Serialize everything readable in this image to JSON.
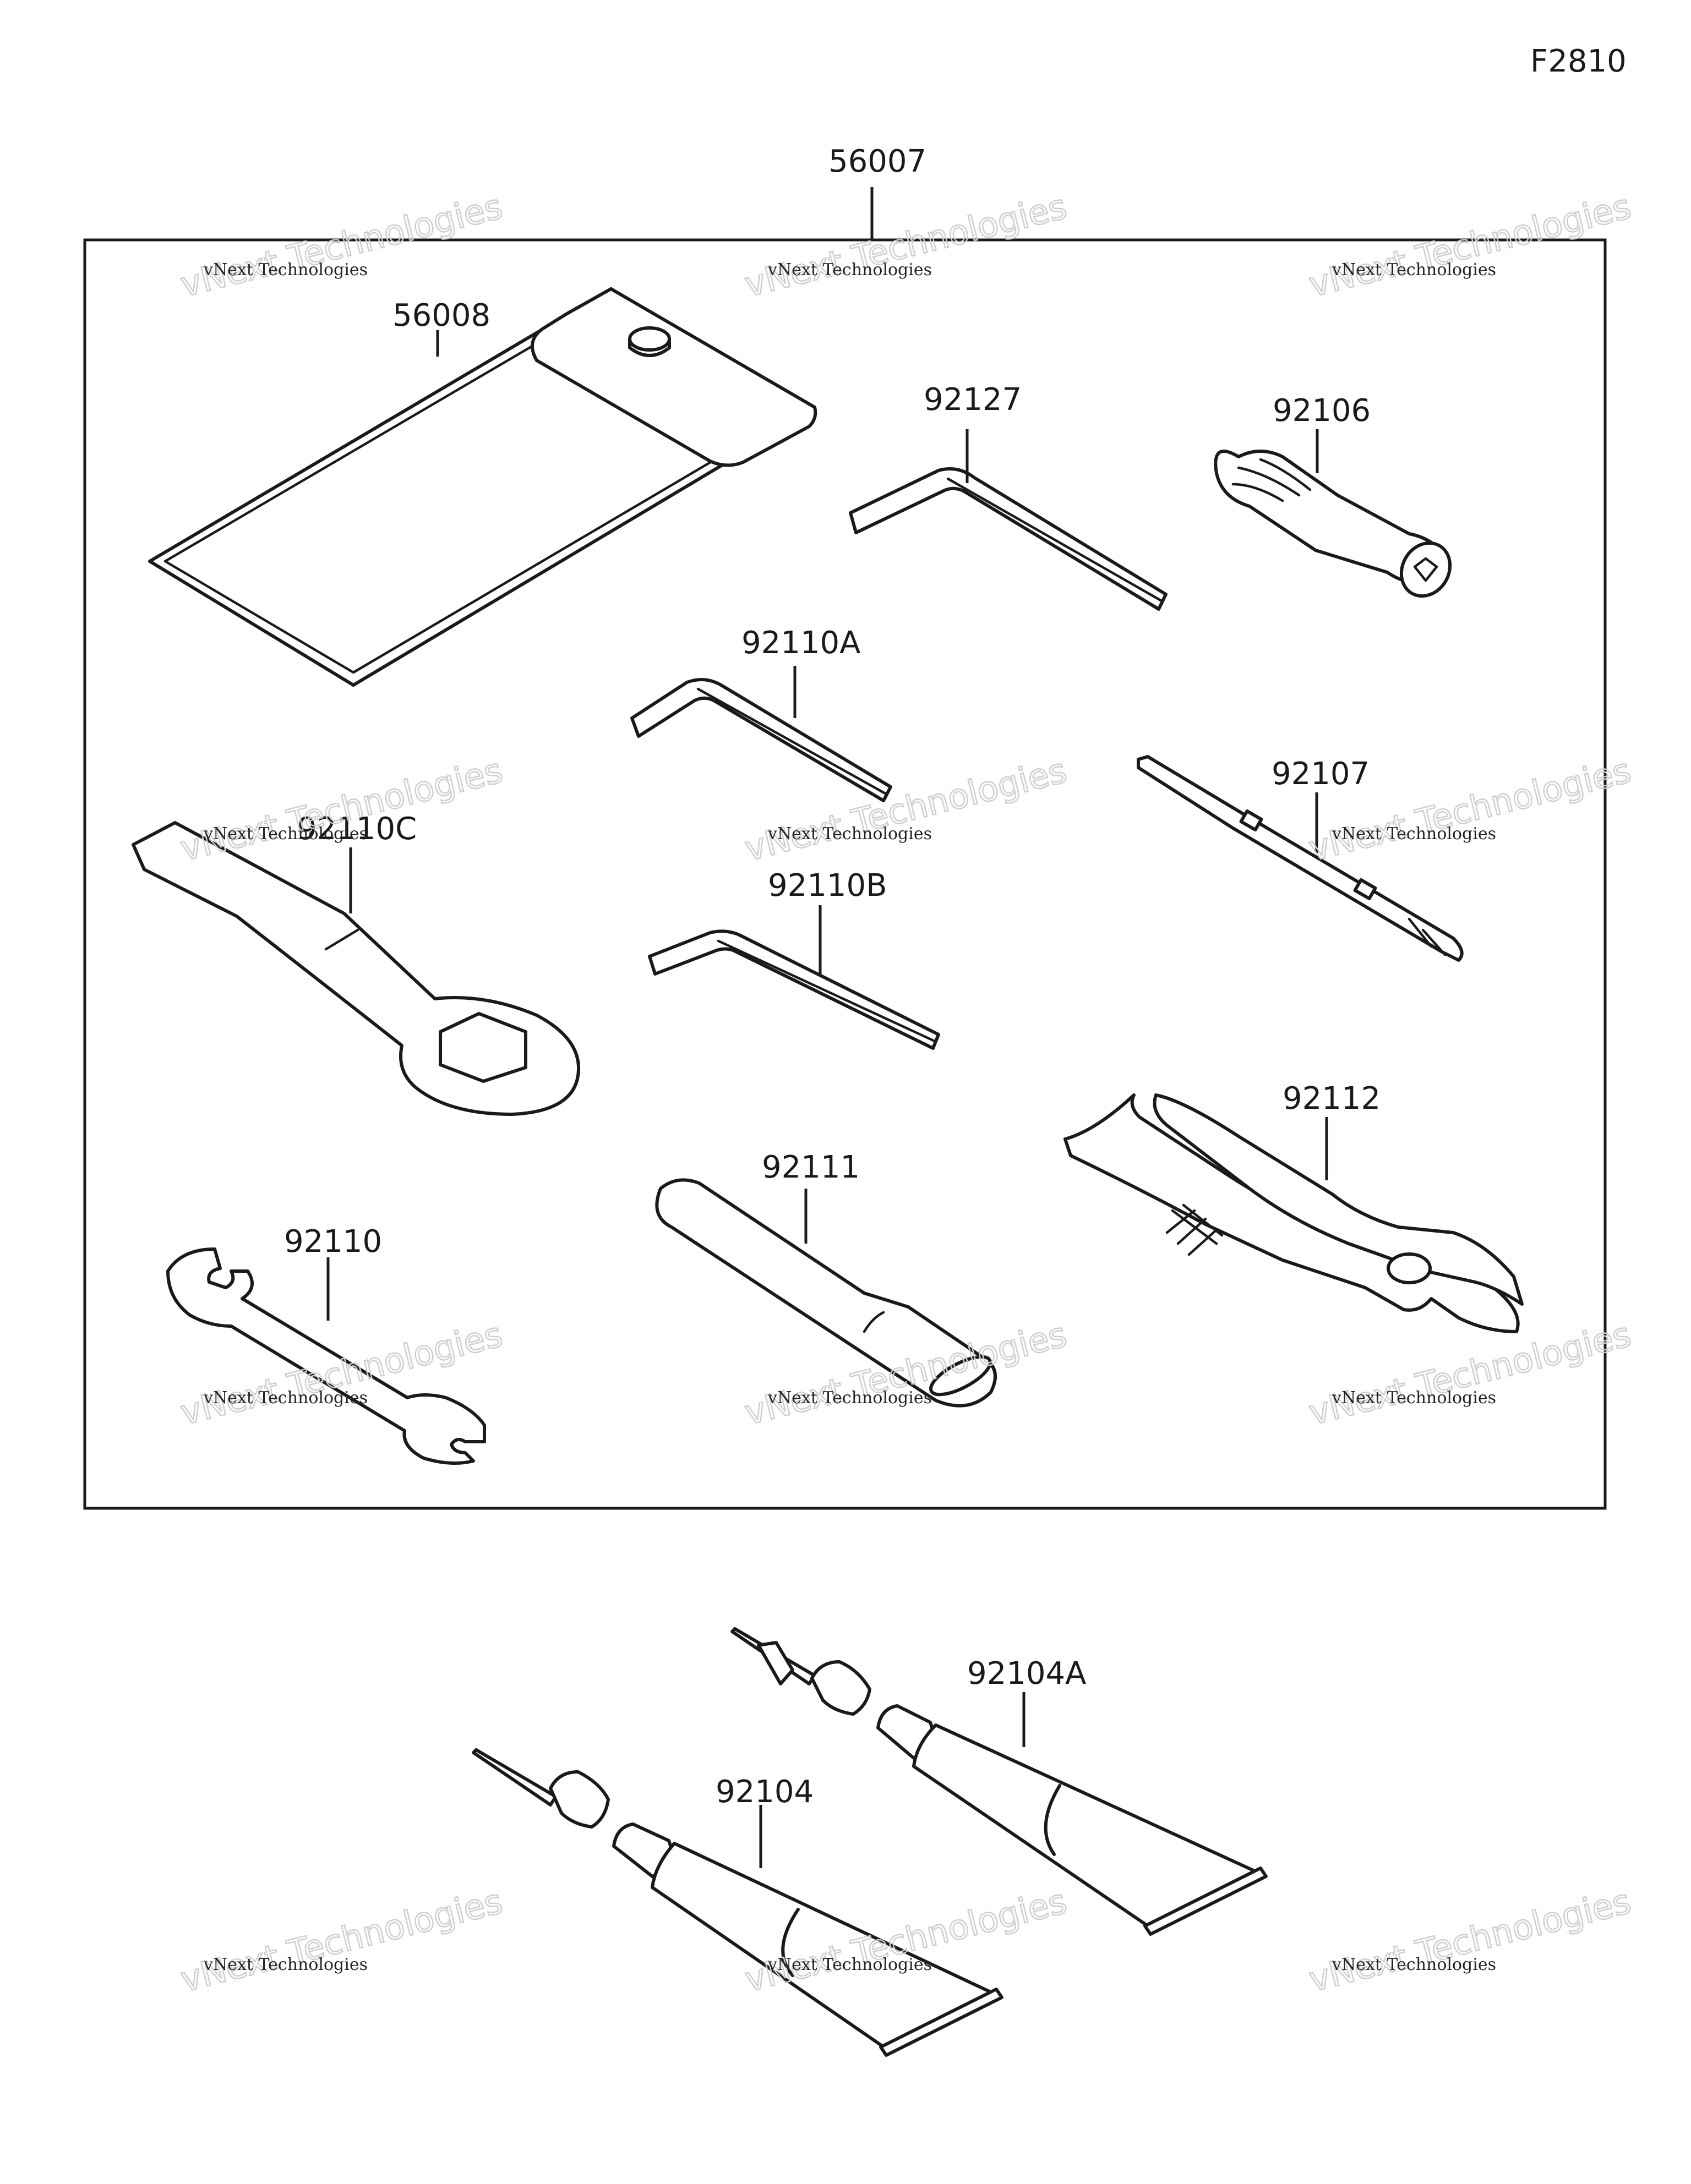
{
  "figure_code": "F2810",
  "labels": {
    "kit": "56007",
    "bag": "56008",
    "hex_wrench_large": "92127",
    "handle": "92106",
    "hex_wrench_a": "92110A",
    "screwdriver": "92107",
    "box_wrench": "92110C",
    "hex_wrench_b": "92110B",
    "pliers": "92112",
    "extension": "92111",
    "open_wrench": "92110",
    "adhesive_a": "92104A",
    "adhesive": "92104"
  },
  "watermark": {
    "line1": "vNext Technologies",
    "line2": "vNext Technologies"
  }
}
